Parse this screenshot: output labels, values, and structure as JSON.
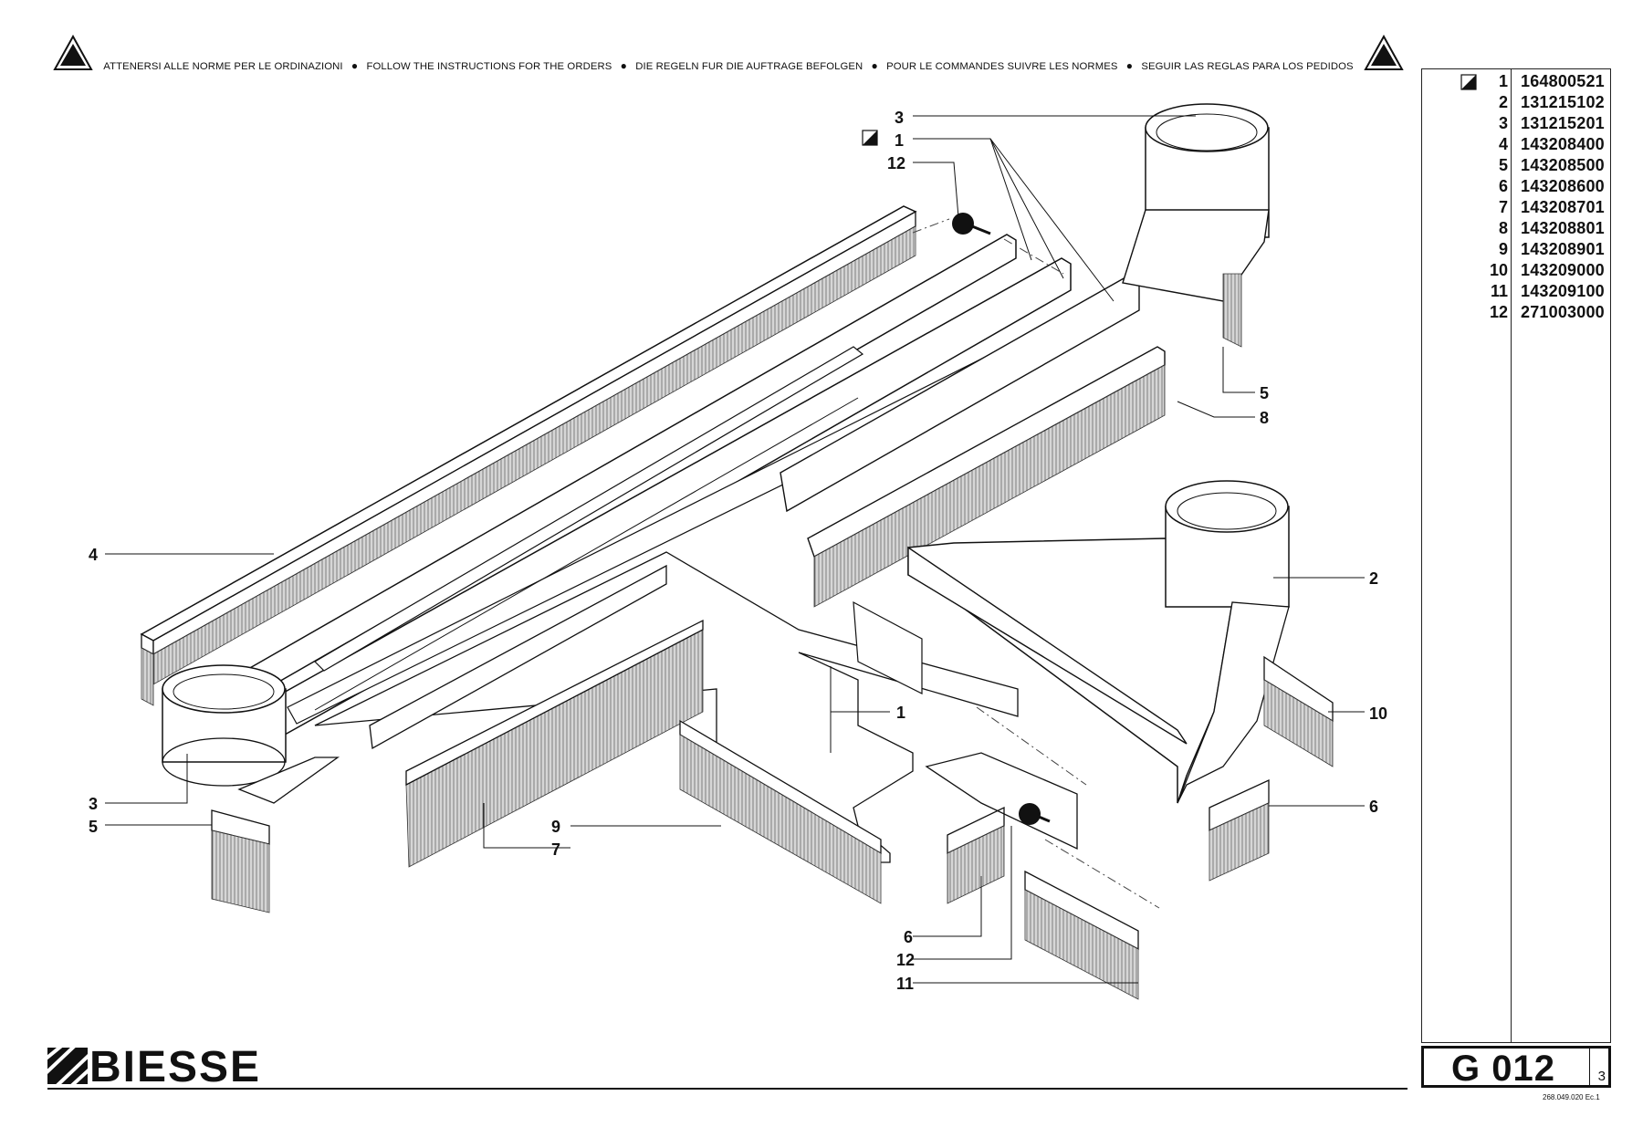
{
  "header": {
    "instructions": [
      "ATTENERSI ALLE NORME PER LE ORDINAZIONI",
      "FOLLOW THE INSTRUCTIONS FOR THE ORDERS",
      "DIE REGELN FUR DIE AUFTRAGE BEFOLGEN",
      "POUR LE COMMANDES SUIVRE LES NORMES",
      "SEGUIR LAS REGLAS PARA LOS PEDIDOS"
    ],
    "separator": "●",
    "warning_icon": "warning-triangle-icon"
  },
  "callouts": {
    "c3_top": "3",
    "c1_top": "1",
    "c12_top": "12",
    "c4": "4",
    "c5_right": "5",
    "c8": "8",
    "c2": "2",
    "c10": "10",
    "c6_right": "6",
    "c1_mid": "1",
    "c3_left": "3",
    "c5_left": "5",
    "c9": "9",
    "c7": "7",
    "c6_bottom": "6",
    "c12_bottom": "12",
    "c11": "11"
  },
  "parts_list": [
    {
      "num": "1",
      "code": "164800521",
      "marked": true
    },
    {
      "num": "2",
      "code": "131215102"
    },
    {
      "num": "3",
      "code": "131215201"
    },
    {
      "num": "4",
      "code": "143208400"
    },
    {
      "num": "5",
      "code": "143208500"
    },
    {
      "num": "6",
      "code": "143208600"
    },
    {
      "num": "7",
      "code": "143208701"
    },
    {
      "num": "8",
      "code": "143208801"
    },
    {
      "num": "9",
      "code": "143208901"
    },
    {
      "num": "10",
      "code": "143209000"
    },
    {
      "num": "11",
      "code": "143209100"
    },
    {
      "num": "12",
      "code": "271003000"
    }
  ],
  "logo": {
    "text": "BIESSE"
  },
  "page": {
    "code": "G 012",
    "sheet": "3",
    "doc_ref": "268.049.020 Ec.1"
  }
}
